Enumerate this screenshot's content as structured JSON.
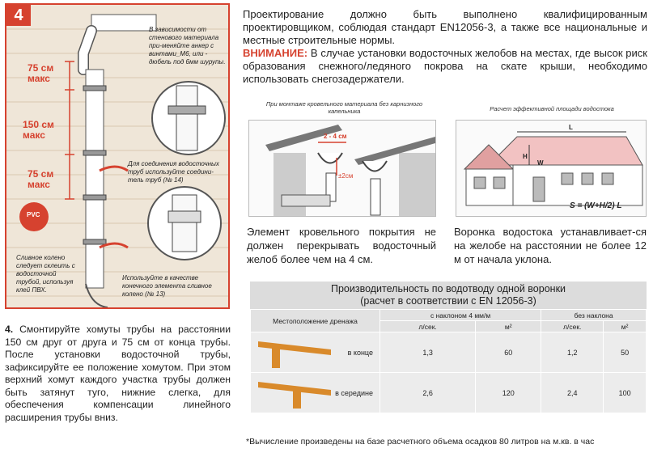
{
  "illustration": {
    "step_number": "4",
    "note_fastening": "В зависимости от стенового материала при-меняйте анкер с винтами_М6, или - дюбель под 6мм шурупы.",
    "note_coupling": "Для соединения водосточных труб используйте соедини-тель труб (№ 14)",
    "note_end": "Используйте в качестве конечного элемента сливное колено (№ 13)",
    "note_glue": "Сливное колено следует склеить с водосточной трубой, используя клей ПВХ.",
    "dim_top": "75 см макс",
    "dim_middle": "150 см макс",
    "dim_bottom": "75 см макс",
    "glue_label": "PVC"
  },
  "step4": {
    "number": "4.",
    "text": " Смонтируйте хомуты трубы на расстоянии 150 см друг от друга и 75 см от конца трубы. После установки водосточной трубы, зафиксируйте ее положение хомутом. При этом верхний хомут каждого участка трубы должен быть затянут туго, нижние слегка, для обеспечения компенсации линейного расширения трубы вниз."
  },
  "intro": "Проектирование должно быть выполнено квалифицированным проектировщиком, соблюдая стандарт EN12056-3, а также все национальные и местные строительные нормы.",
  "warning": {
    "label": "ВНИМАНИЕ:",
    "text": " В случае установки водосточных желобов на местах, где высок риск образования снежного/ледяного покрова на скате крыши, необходимо использовать снегозадержатели."
  },
  "left_diagram": {
    "caption": "При монтаже кровельного материала без карнизного капельника",
    "dim1": "2 - 4 см",
    "dim2": "±2см",
    "text": "Элемент кровельного покрытия не должен перекрывать водосточный желоб более чем на 4 см."
  },
  "right_diagram": {
    "caption": "Расчет эффективной площади водостока",
    "label_l": "L",
    "label_h": "H",
    "label_w": "W",
    "formula": "S = (W+H/2) L",
    "text": "Воронка водостока устанавливает-ся на желобе на расстоянии не более 12 м от начала уклона."
  },
  "table": {
    "title_line1": "Производительность по водотводу одной воронки",
    "title_line2": "(расчет в соответствии с EN 12056-3)",
    "col_location": "Местоположение дренажа",
    "group_slope": "с наклоном 4 мм/м",
    "group_noslope": "без наклона",
    "unit_ls": "л/сек.",
    "unit_m2": "м²",
    "rows": [
      {
        "location": "в конце",
        "slope_ls": "1,3",
        "slope_m2": "60",
        "flat_ls": "1,2",
        "flat_m2": "50"
      },
      {
        "location": "в середине",
        "slope_ls": "2,6",
        "slope_m2": "120",
        "flat_ls": "2,4",
        "flat_m2": "100"
      }
    ]
  },
  "footnote": "*Вычисление произведены на базе расчетного объема осадков 80 литров  на м.кв. в час",
  "colors": {
    "accent": "#d6422f",
    "gutter": "#d98a2b",
    "wall": "#e9d9c4"
  }
}
